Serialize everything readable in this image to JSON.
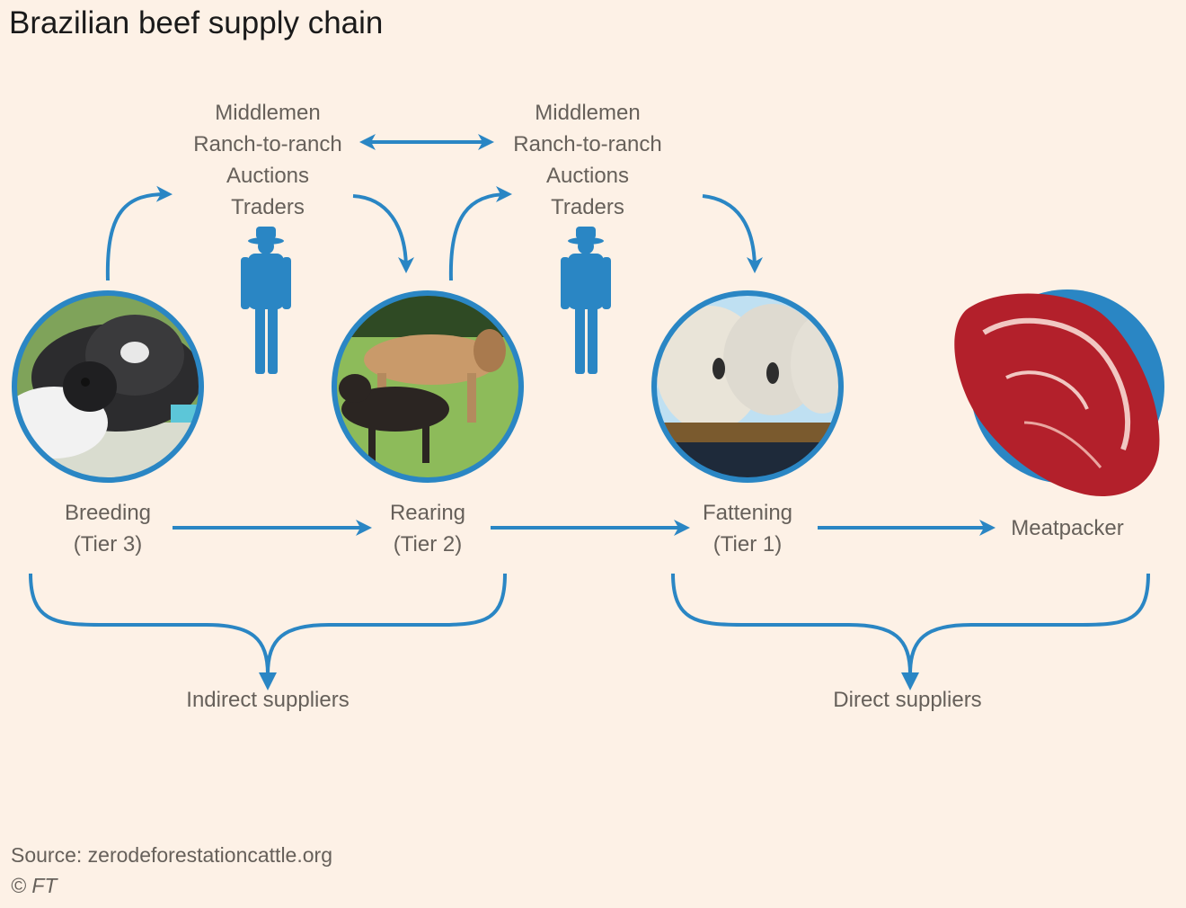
{
  "title": "Brazilian beef supply chain",
  "middlemen": [
    {
      "lines": [
        "Middlemen",
        "Ranch-to-ranch",
        "Auctions",
        "Traders"
      ]
    },
    {
      "lines": [
        "Middlemen",
        "Ranch-to-ranch",
        "Auctions",
        "Traders"
      ]
    }
  ],
  "stages": [
    {
      "name": "Breeding",
      "tier": "(Tier 3)"
    },
    {
      "name": "Rearing",
      "tier": "(Tier 2)"
    },
    {
      "name": "Fattening",
      "tier": "(Tier 1)"
    },
    {
      "name": "Meatpacker"
    }
  ],
  "groups": {
    "indirect": "Indirect suppliers",
    "direct": "Direct suppliers"
  },
  "footer": {
    "source": "Source: zerodeforestationcattle.org",
    "copyright": "© FT"
  },
  "colors": {
    "accent": "#2a86c4",
    "background": "#fdf1e6",
    "text": "#66605a"
  }
}
